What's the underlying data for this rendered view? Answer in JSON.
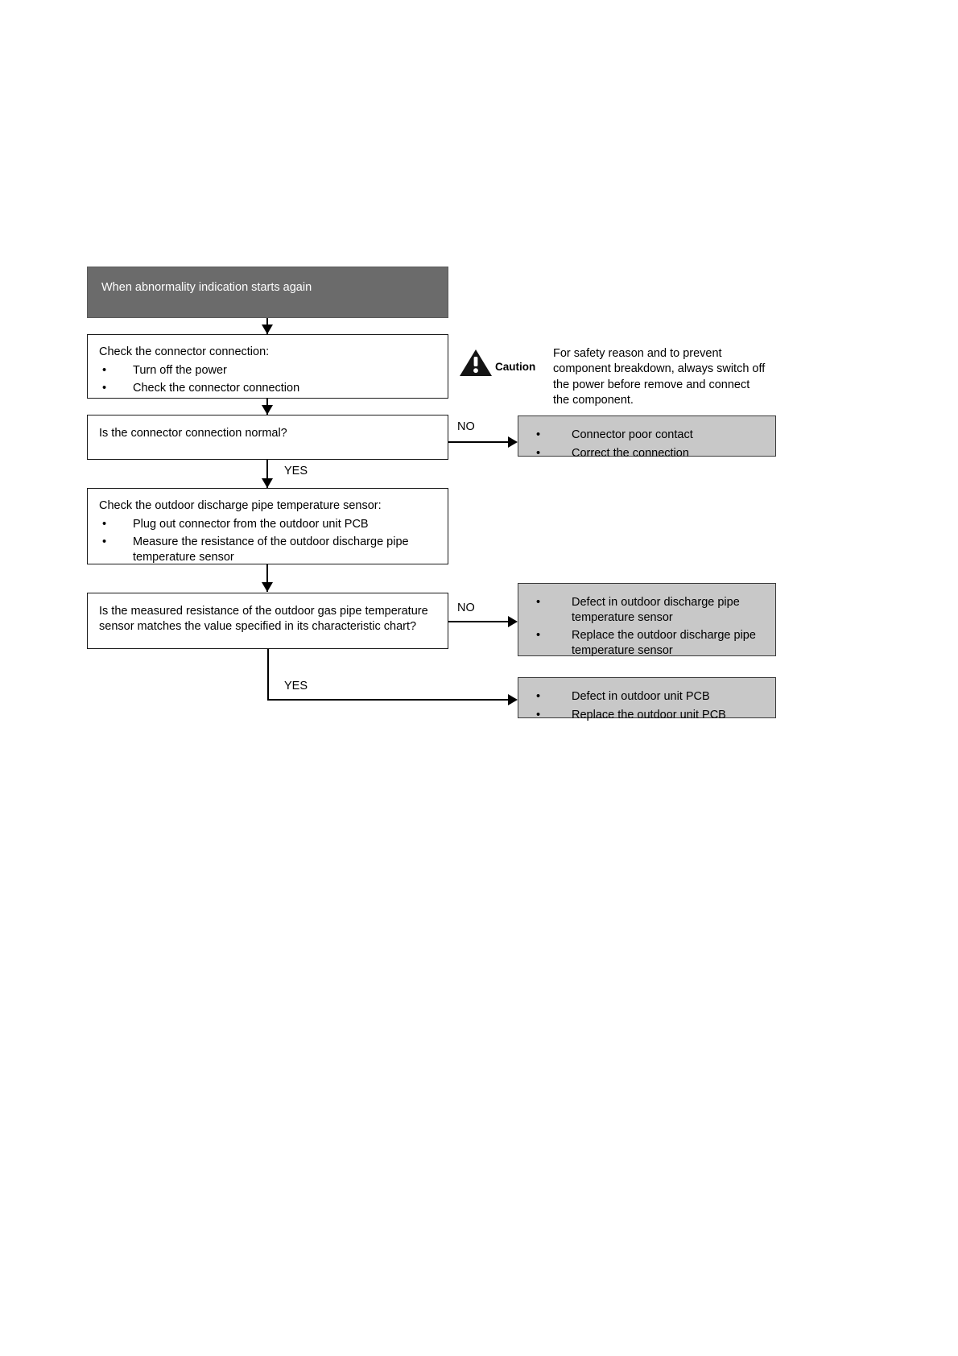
{
  "document": {
    "type": "troubleshooting-flowchart",
    "background_color": "#ffffff"
  },
  "colors": {
    "start_node_fill": "#6b6b6b",
    "start_node_text": "#ffffff",
    "process_node_fill": "#ffffff",
    "result_node_fill": "#c8c8c8",
    "border": "#1a1a1a",
    "connector": "#000000"
  },
  "flow": {
    "start": {
      "label": "When abnormality indication starts again"
    },
    "step1": {
      "title": "Check the connector connection:",
      "bullets": [
        "Turn off the power",
        "Check the connector connection"
      ]
    },
    "decision1": {
      "question": "Is the connector connection normal?",
      "no_label": "NO",
      "yes_label": "YES"
    },
    "result1": {
      "bullets": [
        "Connector poor contact",
        "Correct the connection"
      ]
    },
    "step2": {
      "title": "Check the outdoor discharge pipe temperature sensor:",
      "bullets": [
        "Plug out connector from the outdoor unit PCB",
        "Measure the resistance of the outdoor discharge pipe temperature sensor"
      ]
    },
    "decision2": {
      "question": "Is the measured resistance of the outdoor gas pipe temperature sensor matches the value specified in its characteristic chart?",
      "no_label": "NO",
      "yes_label": "YES"
    },
    "result2": {
      "bullets": [
        "Defect in outdoor discharge pipe temperature sensor",
        "Replace the outdoor discharge pipe temperature sensor"
      ]
    },
    "result3": {
      "bullets": [
        "Defect in outdoor unit PCB",
        "Replace the outdoor unit PCB"
      ]
    }
  },
  "caution": {
    "icon": "warning-triangle-icon",
    "word": "Caution",
    "text": "For safety reason and to prevent component breakdown, always switch off the power before remove and connect the component."
  },
  "bullet_glyph": "•"
}
